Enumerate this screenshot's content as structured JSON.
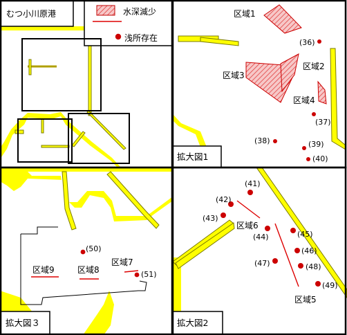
{
  "title": "むつ小川原港",
  "legend": {
    "area_label": "水深減少",
    "point_label": "浅所存在",
    "area_color": "#e83030",
    "point_color": "#cc0000"
  },
  "panels": {
    "overview": {
      "name": "overview-map"
    },
    "zoom1": {
      "caption": "拡大図1",
      "regions": [
        "区域1",
        "区域2",
        "区域3",
        "区域4"
      ],
      "points": [
        "(36)",
        "(37)",
        "(38)",
        "(39)",
        "(40)"
      ]
    },
    "zoom2": {
      "caption": "拡大図2",
      "regions": [
        "区域5",
        "区域6"
      ],
      "points": [
        "(41)",
        "(42)",
        "(43)",
        "(44)",
        "(45)",
        "(46)",
        "(47)",
        "(48)",
        "(49)"
      ]
    },
    "zoom3": {
      "caption": "拡大図３",
      "regions": [
        "区域7",
        "区域8",
        "区域9"
      ],
      "points": [
        "(50)",
        "(51)"
      ]
    }
  }
}
